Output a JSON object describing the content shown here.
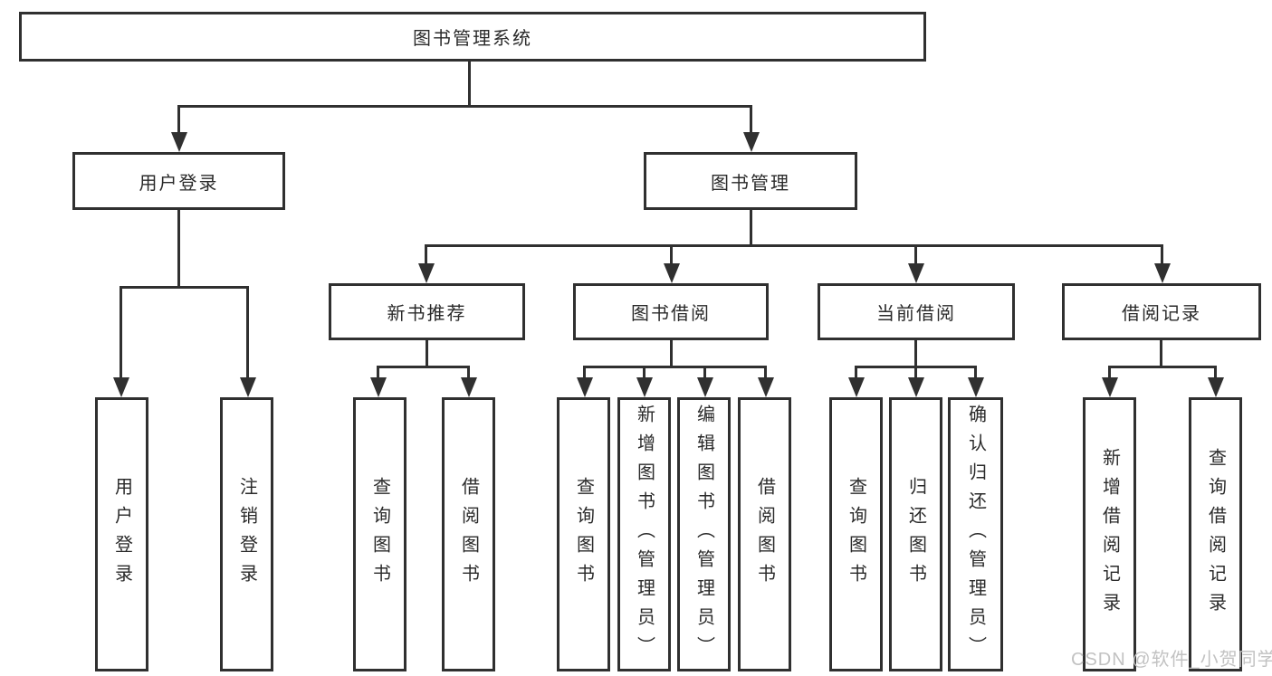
{
  "diagram": {
    "root": {
      "label": "图书管理系统"
    },
    "level2": [
      {
        "label": "用户登录"
      },
      {
        "label": "图书管理"
      }
    ],
    "level3": [
      {
        "label": "新书推荐"
      },
      {
        "label": "图书借阅"
      },
      {
        "label": "当前借阅"
      },
      {
        "label": "借阅记录"
      }
    ],
    "leaves": {
      "user_login": [
        "用户登录",
        "注销登录"
      ],
      "new_book_recommend": [
        "查询图书",
        "借阅图书"
      ],
      "book_borrow": [
        "查询图书",
        "新增图书（管理员）",
        "编辑图书（管理员）",
        "借阅图书"
      ],
      "current_borrow": [
        "查询图书",
        "归还图书",
        "确认归还（管理员）"
      ],
      "borrow_records": [
        "新增借阅记录",
        "查询借阅记录"
      ]
    },
    "colors": {
      "line": "#303030",
      "text": "#2a2a2a",
      "background": "#ffffff",
      "watermark": "#c2c2c2"
    },
    "watermark": "CSDN @软件_小贺同学"
  }
}
